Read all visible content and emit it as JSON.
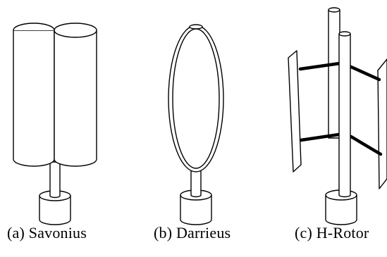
{
  "figure": {
    "captions": {
      "a": "(a)  Savonius",
      "b": "(b)  Darrieus",
      "c": "(c)  H-Rotor"
    }
  },
  "colors": {
    "stroke": "#000000",
    "fill": "#ffffff"
  }
}
